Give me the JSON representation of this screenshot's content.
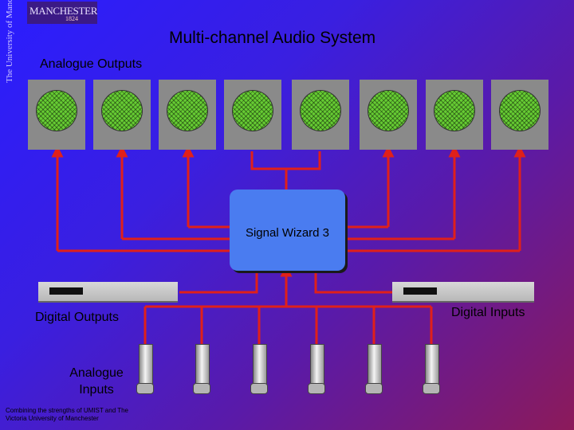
{
  "slide": {
    "title": "Multi-channel Audio System",
    "analogue_outputs_label": "Analogue Outputs",
    "digital_outputs_label": "Digital Outputs",
    "digital_inputs_label": "Digital Inputs",
    "analogue_inputs_label": "Analogue Inputs",
    "processor_label": "Signal Wizard 3",
    "footer_text": "Combining the strengths of UMIST and The Victoria University of Manchester",
    "logo": {
      "name": "MANCHESTER",
      "year": "1824",
      "vertical_text": "The University of Manchester"
    },
    "speaker_count": 8,
    "analogue_input_count": 6,
    "colors": {
      "wire": "#e0201a",
      "speaker_box": "#8a8a8a",
      "speaker_cone": "#66cc33",
      "processor": "#4a7cf0",
      "background_start": "#2a1dff",
      "background_end": "#8c1a5a"
    }
  }
}
